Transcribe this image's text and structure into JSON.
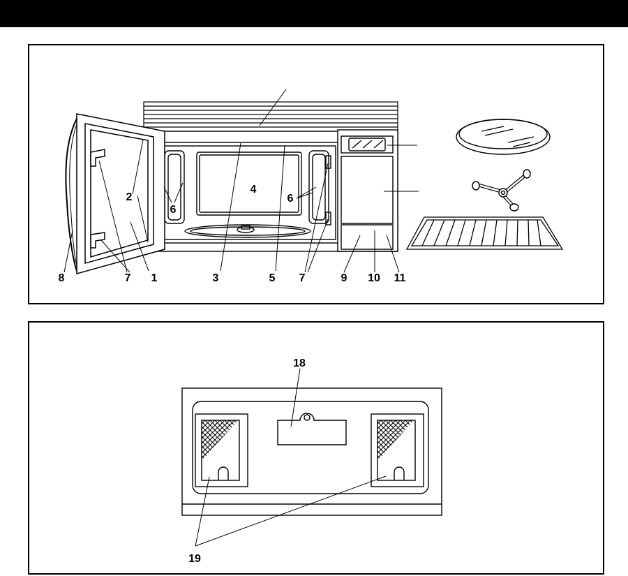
{
  "figure_1": {
    "callouts": [
      {
        "id": "c1",
        "number": "1"
      },
      {
        "id": "c2",
        "number": "2"
      },
      {
        "id": "c3",
        "number": "3"
      },
      {
        "id": "c4",
        "number": "4"
      },
      {
        "id": "c5",
        "number": "5"
      },
      {
        "id": "c6a",
        "number": "6"
      },
      {
        "id": "c6b",
        "number": "6"
      },
      {
        "id": "c7a",
        "number": "7"
      },
      {
        "id": "c7b",
        "number": "7"
      },
      {
        "id": "c8",
        "number": "8"
      },
      {
        "id": "c9",
        "number": "9"
      },
      {
        "id": "c10",
        "number": "10"
      },
      {
        "id": "c11",
        "number": "11"
      }
    ]
  },
  "figure_2": {
    "callouts": [
      {
        "id": "c18",
        "number": "18"
      },
      {
        "id": "c19",
        "number": "19"
      }
    ]
  }
}
